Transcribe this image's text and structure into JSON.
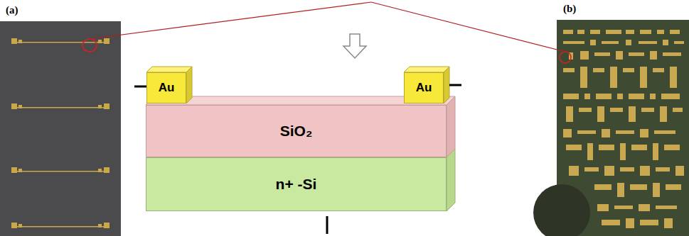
{
  "diagram": {
    "nodes": [
      {
        "text": [
          "Au"
        ]
      },
      {
        "text": [
          "Au"
        ]
      },
      {
        "text": [
          "SiO₂"
        ]
      },
      {
        "text": [
          "n+ -Si"
        ]
      }
    ],
    "labels": [
      "(a)",
      "(b)"
    ]
  }
}
